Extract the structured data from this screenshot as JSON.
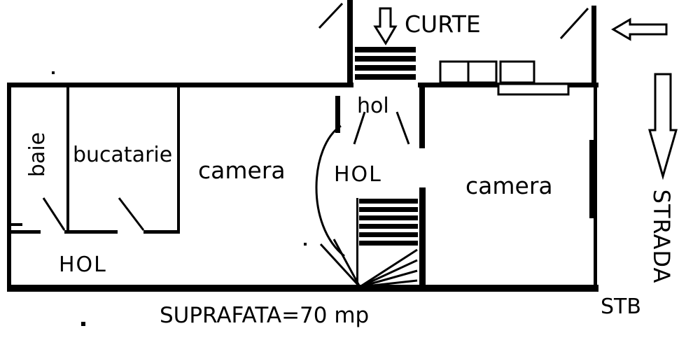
{
  "title": "Floor plan sketch",
  "colors": {
    "line": "#000000",
    "background": "#ffffff"
  },
  "labels": {
    "curte": "CURTE",
    "hol_small": "hol",
    "hol_center": "HOL",
    "hol_bottom": "HOL",
    "baie": "baie",
    "bucatarie": "bucatarie",
    "camera_left": "camera",
    "camera_right": "camera",
    "strada": "STRADA",
    "stb": "STB",
    "suprafata": "SUPRAFATA=70 mp"
  }
}
